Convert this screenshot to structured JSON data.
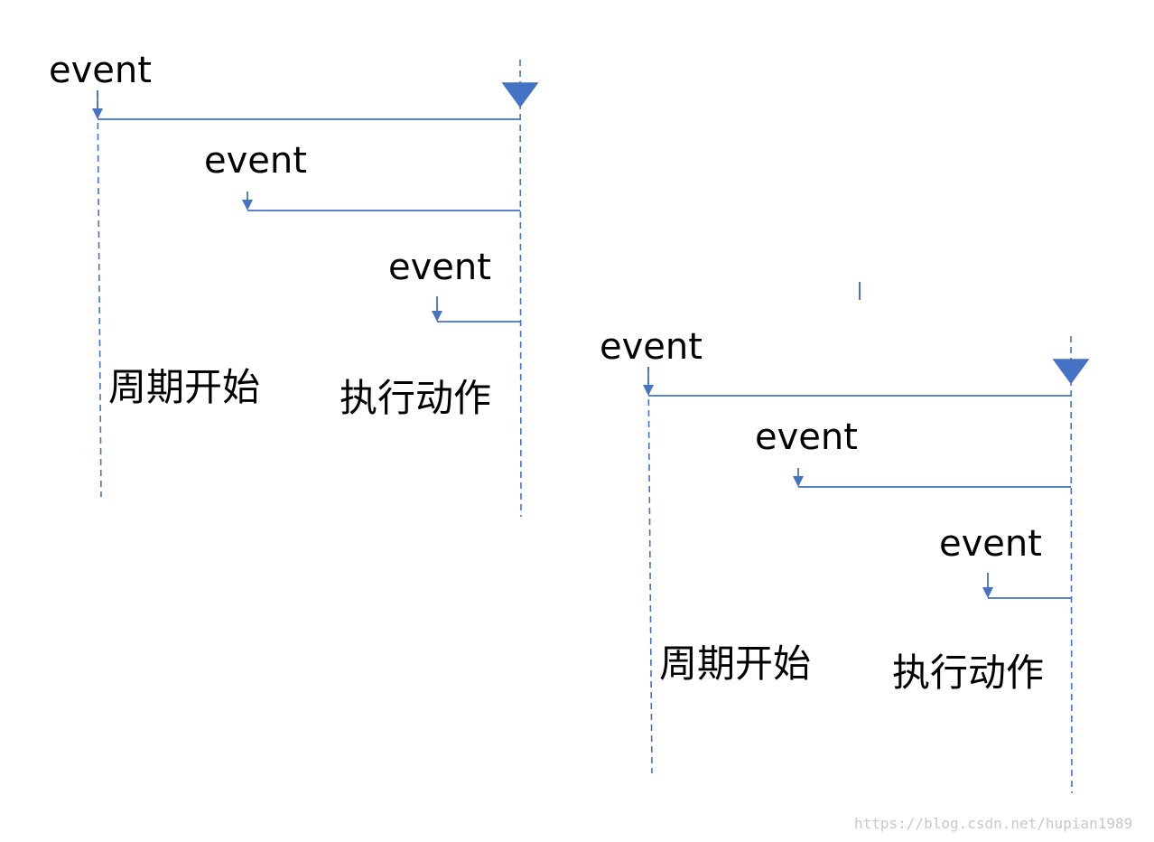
{
  "colors": {
    "line": "#4472c4",
    "text": "#000000",
    "watermark": "#c8c8c8"
  },
  "diagrams": [
    {
      "events": [
        {
          "label": "event"
        },
        {
          "label": "event"
        },
        {
          "label": "event"
        }
      ],
      "cycle_start_label": "周期开始",
      "action_label": "执行动作"
    },
    {
      "events": [
        {
          "label": "event"
        },
        {
          "label": "event"
        },
        {
          "label": "event"
        }
      ],
      "cycle_start_label": "周期开始",
      "action_label": "执行动作"
    }
  ],
  "watermark": "https://blog.csdn.net/hupian1989"
}
